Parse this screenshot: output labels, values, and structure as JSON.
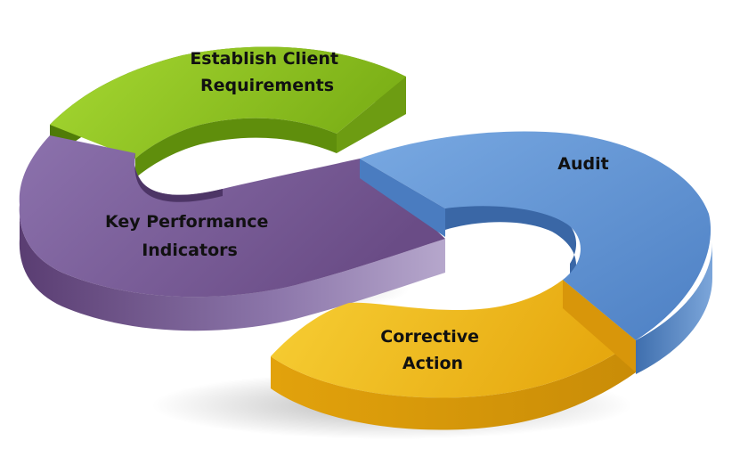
{
  "segments": [
    {
      "id": "establish",
      "lines": [
        "Establish Client",
        "Requirements"
      ],
      "color": "#8ec21f"
    },
    {
      "id": "kpi",
      "lines": [
        "Key Performance",
        "Indicators"
      ],
      "color": "#7a5c94"
    },
    {
      "id": "audit",
      "lines": [
        "Audit"
      ],
      "color": "#5f93d3"
    },
    {
      "id": "corrective",
      "lines": [
        "Corrective",
        "Action"
      ],
      "color": "#f0bd1c"
    }
  ]
}
